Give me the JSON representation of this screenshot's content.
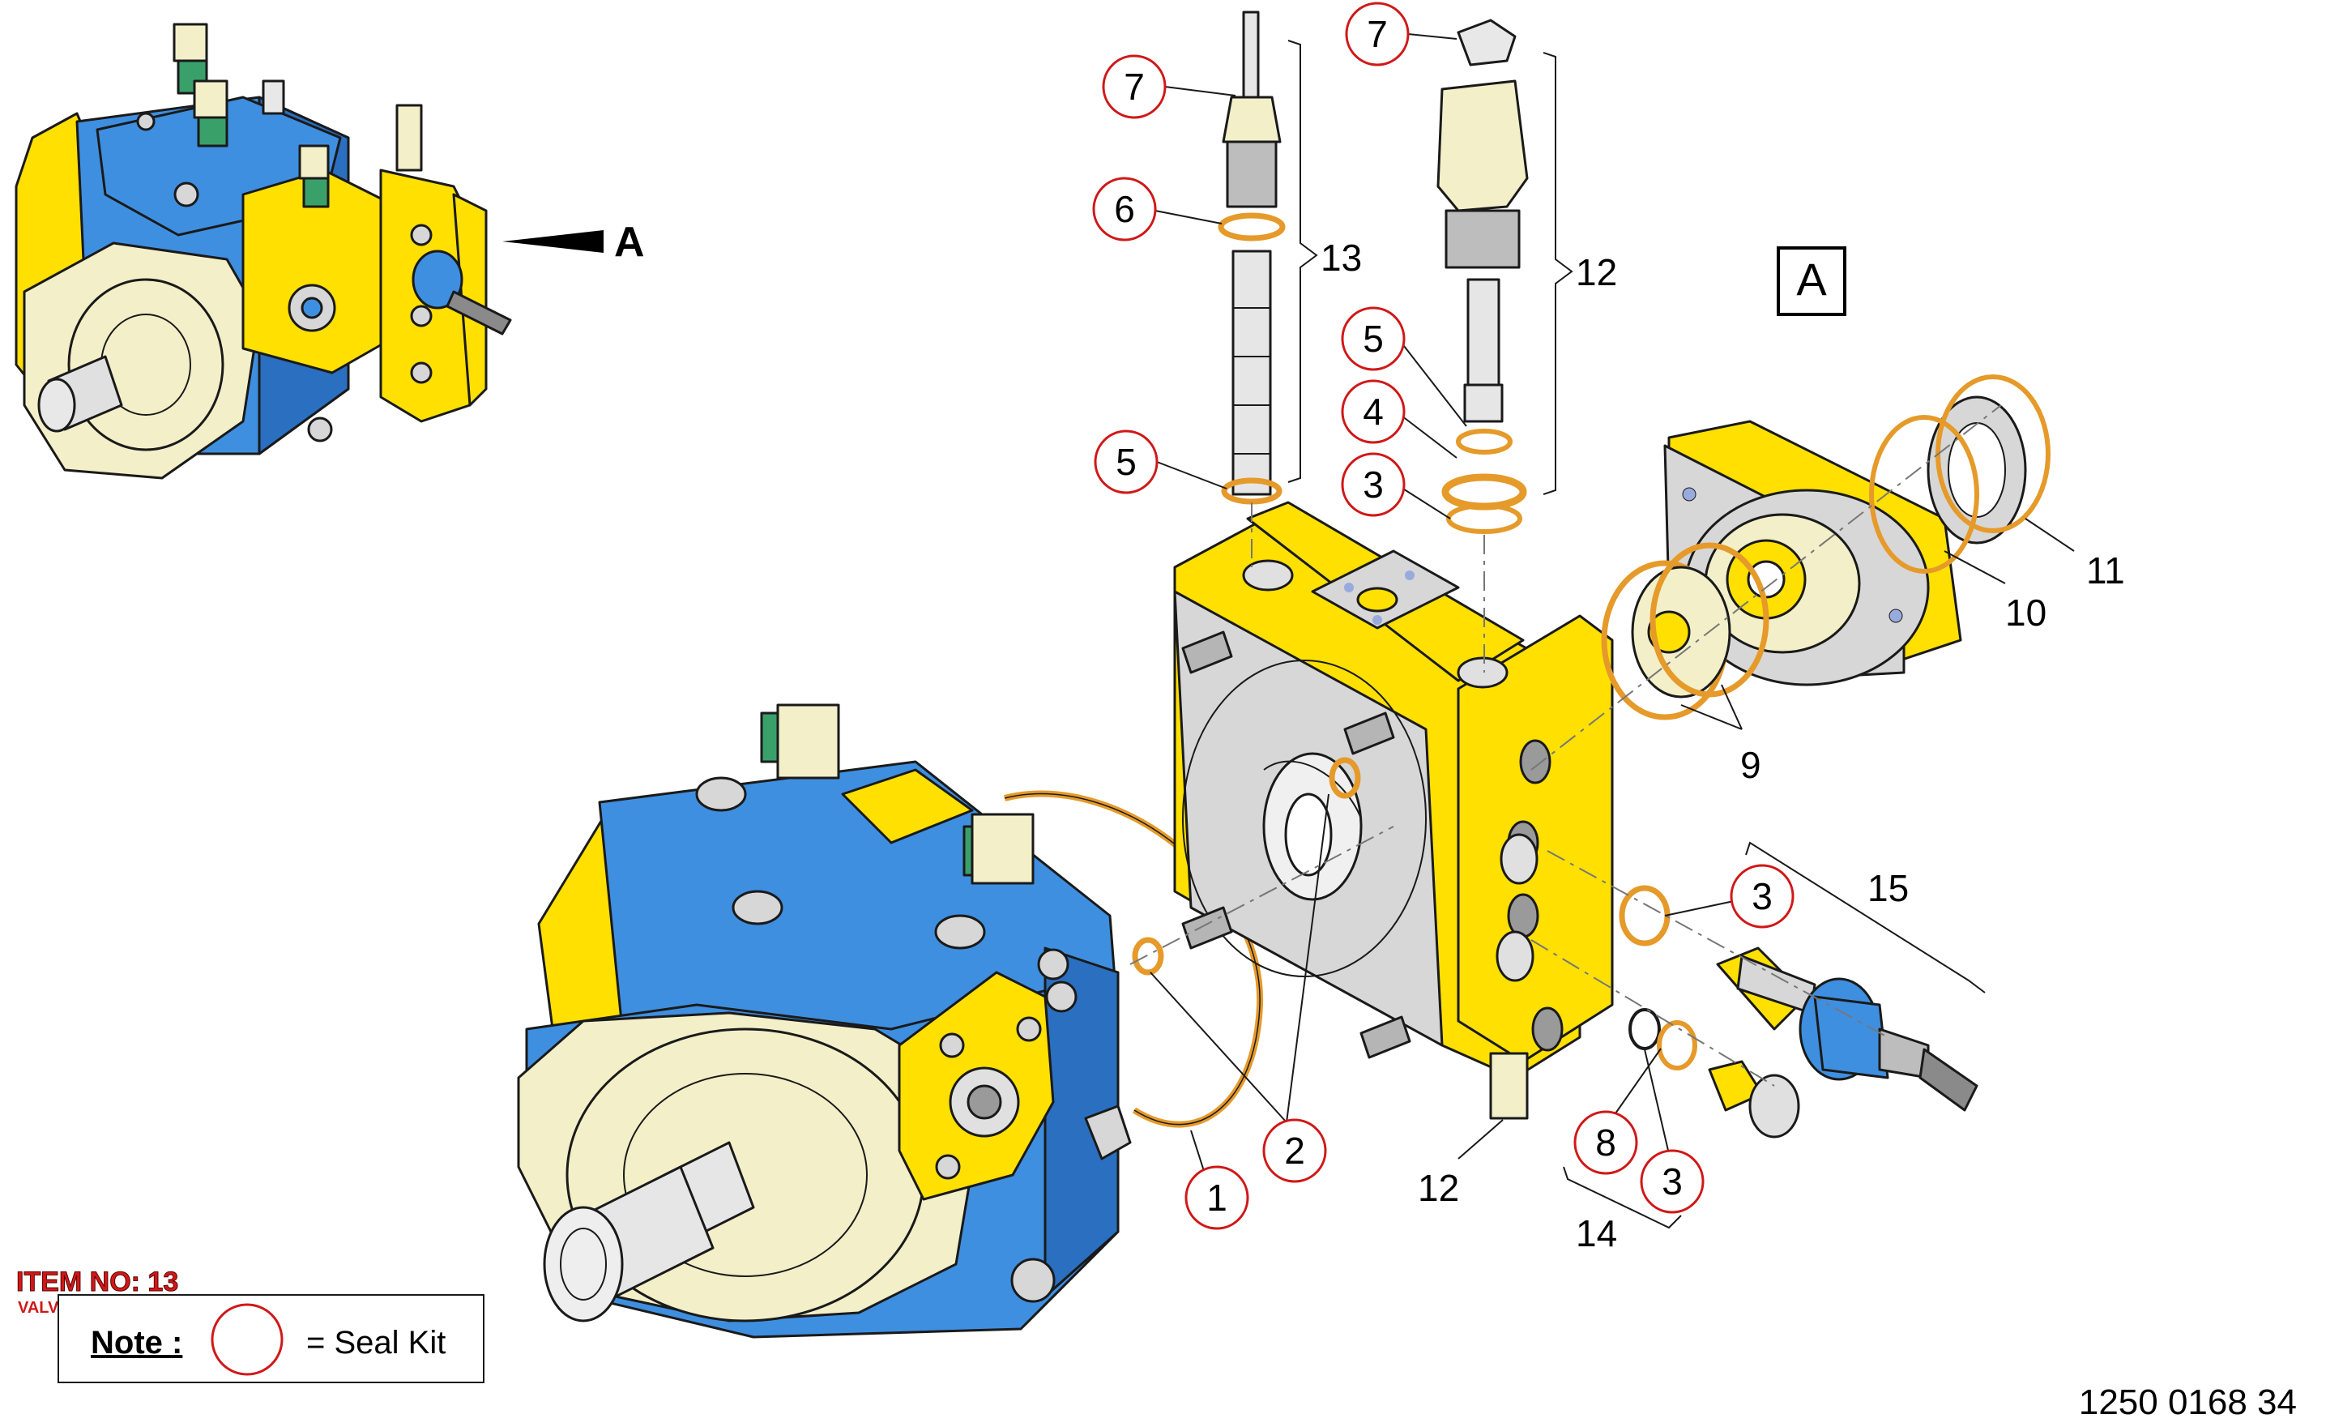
{
  "colors": {
    "body_blue": "#3f8fe0",
    "body_blue_dark": "#2a6fc0",
    "yellow": "#ffe000",
    "flange": "#f3efc8",
    "grey": "#d7d7d7",
    "green": "#3aa06a",
    "seal_red": "#d01818",
    "oring": "#e59a2a",
    "text": "#000000"
  },
  "view_marker": {
    "label": "A",
    "box_label": "A"
  },
  "callouts": {
    "c1": "1",
    "c2": "2",
    "c3a": "3",
    "c3b": "3",
    "c3c": "3",
    "c4": "4",
    "c5a": "5",
    "c5b": "5",
    "c6": "6",
    "c7a": "7",
    "c7b": "7",
    "c8": "8"
  },
  "labels": {
    "l9": "9",
    "l10": "10",
    "l11": "11",
    "l12a": "12",
    "l12b": "12",
    "l13": "13",
    "l14": "14",
    "l15": "15"
  },
  "item": {
    "title": "ITEM NO: 13",
    "subtitle": "VALVE"
  },
  "note": {
    "label": "Note :",
    "text": "= Seal Kit"
  },
  "drawing_number": "1250 0168 34"
}
